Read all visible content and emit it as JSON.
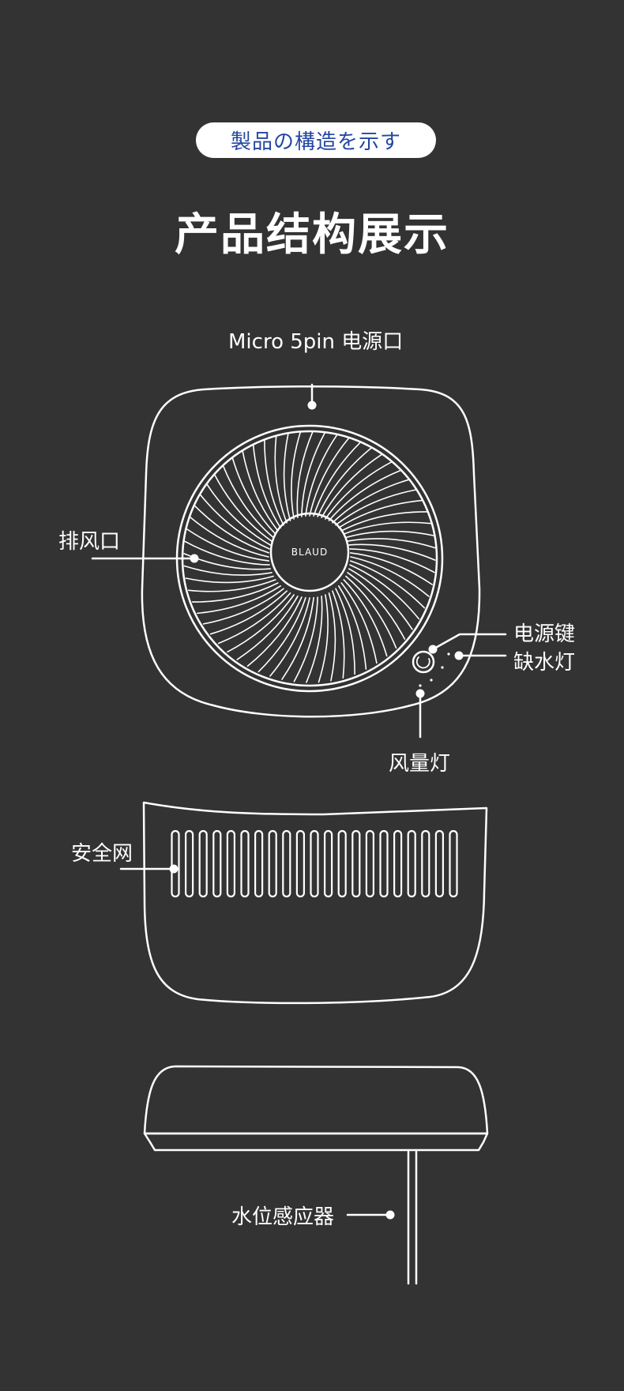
{
  "header": {
    "badge": "製品の構造を示す",
    "title": "产品结构展示"
  },
  "labels": {
    "power_port": "Micro 5pin 电源口",
    "exhaust_vent": "排风口",
    "power_button": "电源键",
    "water_shortage_light": "缺水灯",
    "fan_speed_light": "风量灯",
    "safety_net": "安全网",
    "water_level_sensor": "水位感应器"
  },
  "device": {
    "brand_logo": "BLAUD"
  },
  "colors": {
    "background": "#333333",
    "line": "#ffffff",
    "badge_text": "#2346a0"
  }
}
